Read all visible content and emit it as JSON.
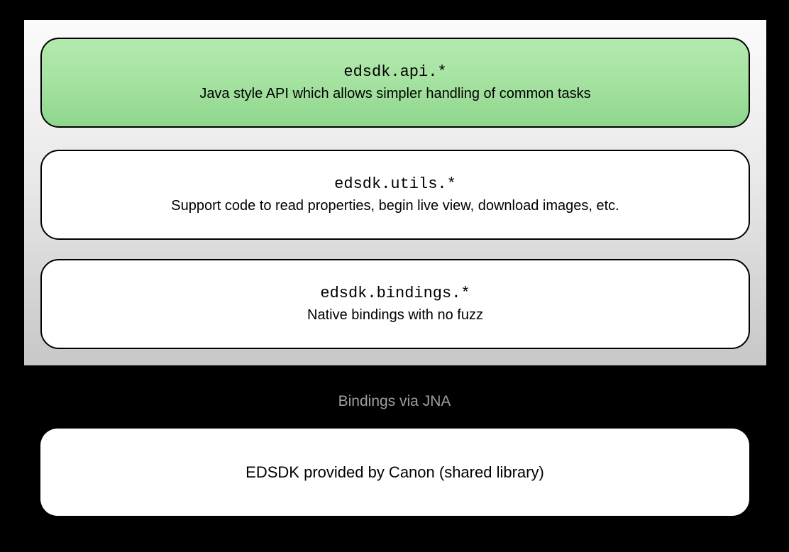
{
  "diagram": {
    "stack": {
      "layers": [
        {
          "id": "api",
          "title": "edsdk.api.*",
          "description": "Java style API which allows simpler handling of common tasks",
          "highlighted": true
        },
        {
          "id": "utils",
          "title": "edsdk.utils.*",
          "description": "Support code to read properties, begin live view, download images, etc.",
          "highlighted": false
        },
        {
          "id": "bindings",
          "title": "edsdk.bindings.*",
          "description": "Native bindings with no fuzz",
          "highlighted": false
        }
      ]
    },
    "connector_label": "Bindings via JNA",
    "base": {
      "label": "EDSDK provided by Canon (shared library)"
    }
  },
  "colors": {
    "background": "#000000",
    "panel_gradient_top": "#fbfbfb",
    "panel_gradient_bottom": "#c7c7c7",
    "highlight_green_top": "#b3e9ae",
    "highlight_green_bottom": "#8fd68d",
    "box_border": "#000000",
    "plain_box": "#ffffff",
    "connector_label_text": "#9e9e9e",
    "text": "#000000"
  }
}
